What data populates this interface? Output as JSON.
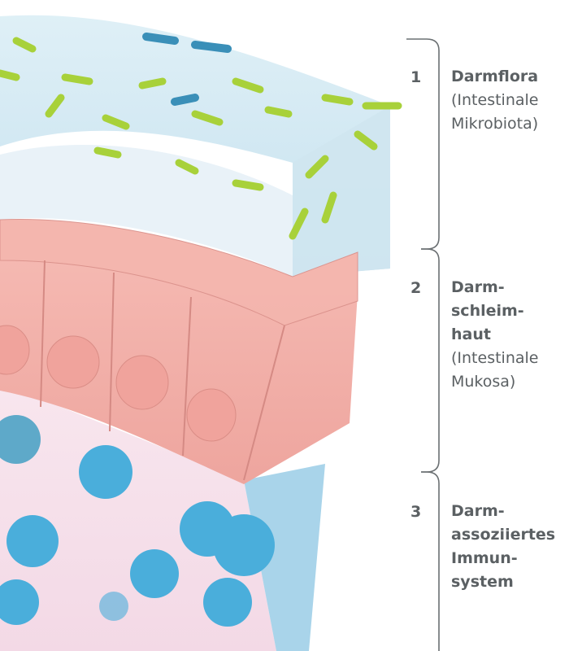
{
  "sections": [
    {
      "number": "1",
      "title_lines": [
        "Darmflora"
      ],
      "subtitle_lines": [
        "(Intestinale",
        "Mikrobiota)"
      ]
    },
    {
      "number": "2",
      "title_lines": [
        "Darm-",
        "schleim-",
        "haut"
      ],
      "subtitle_lines": [
        "(Intestinale",
        "Mukosa)"
      ]
    },
    {
      "number": "3",
      "title_lines": [
        "Darm-",
        "assoziiertes",
        "Immun-",
        "system"
      ],
      "subtitle_lines": []
    }
  ],
  "colors": {
    "text": "#5b6063",
    "bracket": "#6b7073",
    "bacteria_green": "#a8d13a",
    "bacteria_blue": "#3a8fb8",
    "epithelium_pink": "#f2a9a3",
    "immune_cells": "#4aaedb"
  }
}
